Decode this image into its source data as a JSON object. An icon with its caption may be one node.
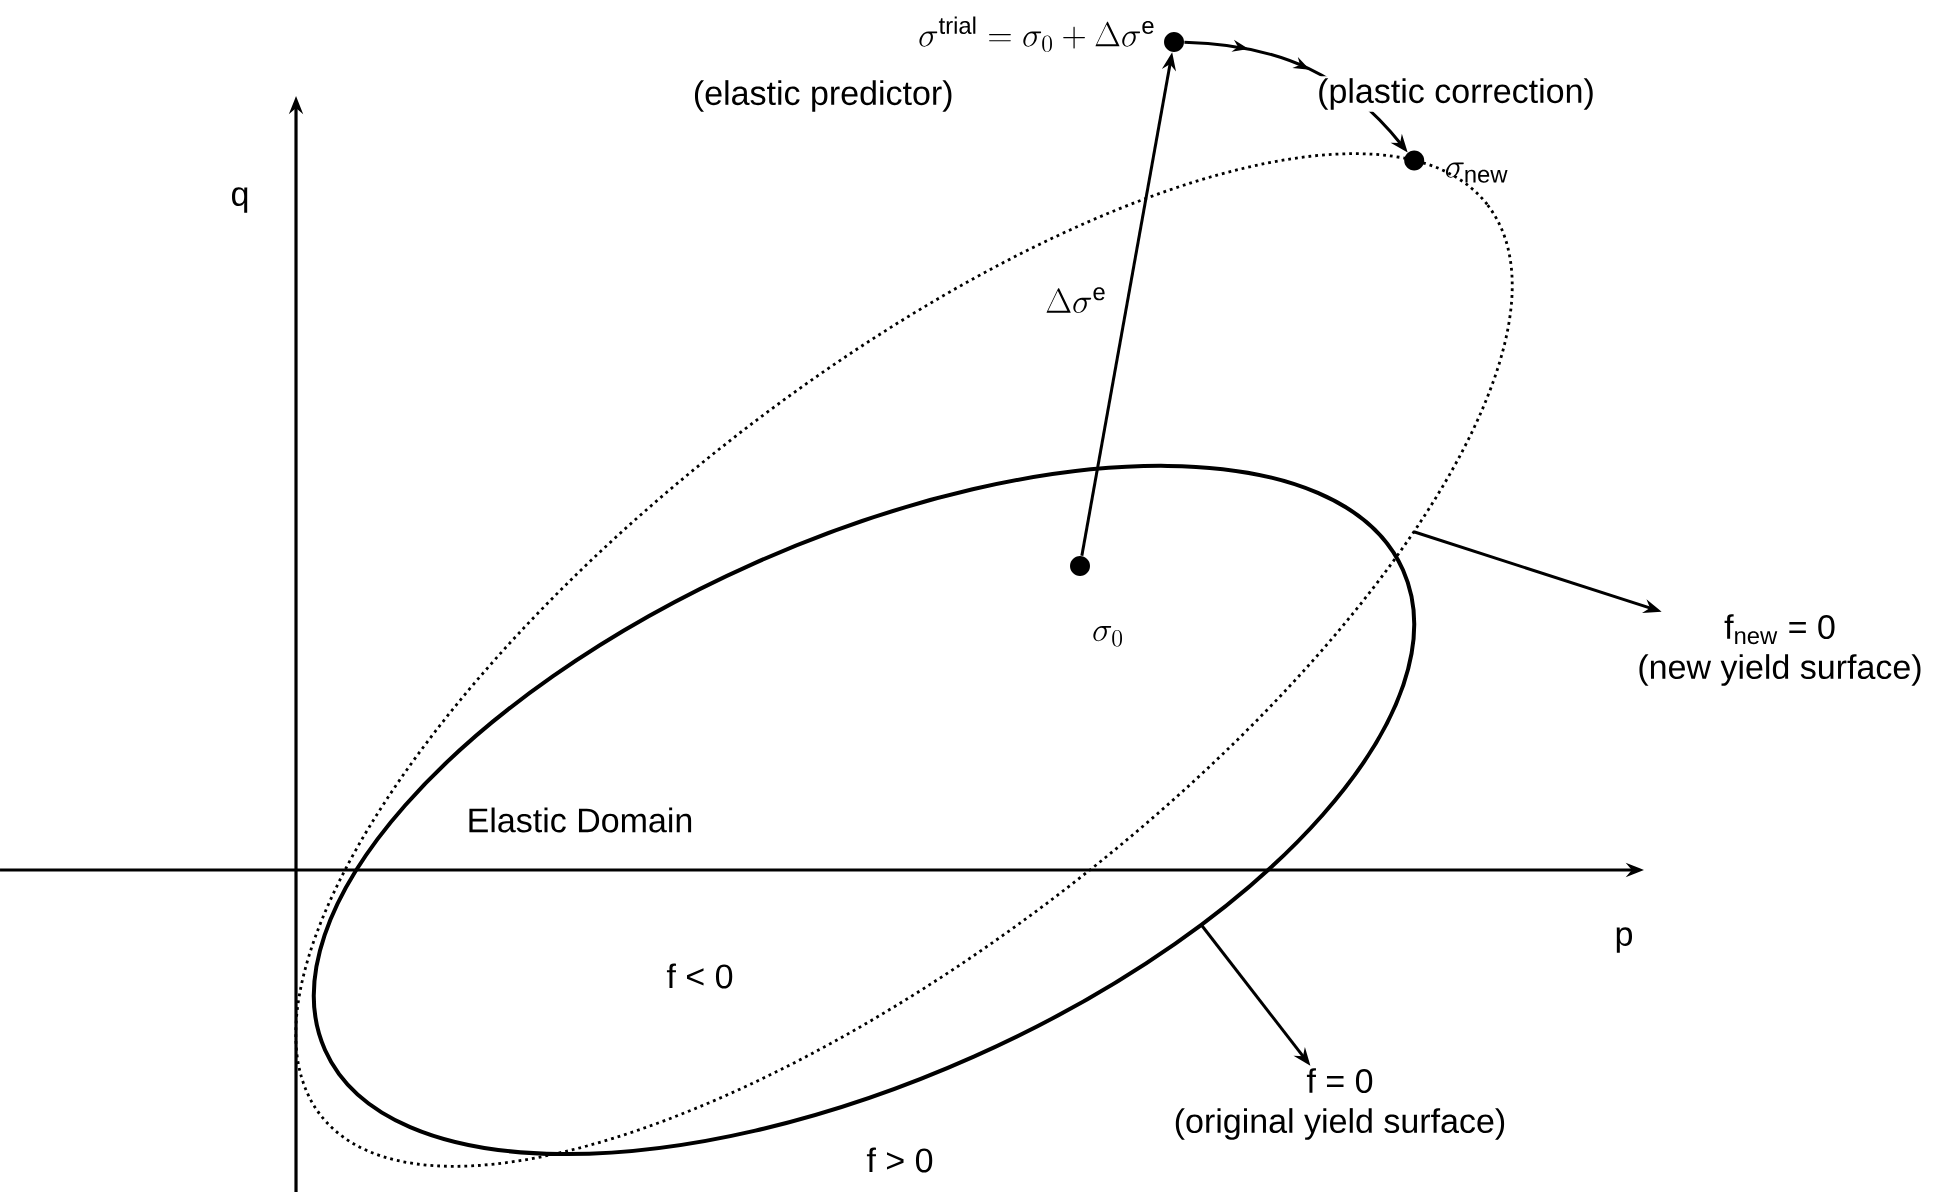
{
  "diagram": {
    "nodes": [
      {
        "text": [],
        "shape": "circle",
        "beside": [
          "\\sigma^{\\mathrm{trial}} = \\sigma_0 + \\Delta\\sigma^{\\mathrm{e}}",
          "(elastic predictor)"
        ]
      },
      {
        "text": [],
        "shape": "circle",
        "beside": [
          "\\sigma_0"
        ]
      },
      {
        "text": [],
        "shape": "circle",
        "beside": [
          "\\sigma_{\\mathrm{new}}"
        ]
      },
      {
        "text": [
          "f$_{new}$ = 0",
          "(new yield surface)"
        ]
      },
      {
        "text": [
          "f = 0",
          "(original yield surface)"
        ]
      }
    ],
    "edges": [
      {
        "from": 1,
        "to": 0,
        "arrow": "to",
        "label": "\\Delta\\sigma^{\\mathrm{e}}"
      },
      {
        "from": 0,
        "to": 2,
        "arrow": "to",
        "label": "(plastic correction)"
      },
      {
        "from": null,
        "to": 3,
        "arrow": "to"
      },
      {
        "from": null,
        "to": 4,
        "arrow": "to"
      }
    ],
    "labels": [
      "q",
      "Elastic Domain",
      "p",
      "f < 0",
      "f > 0"
    ]
  }
}
